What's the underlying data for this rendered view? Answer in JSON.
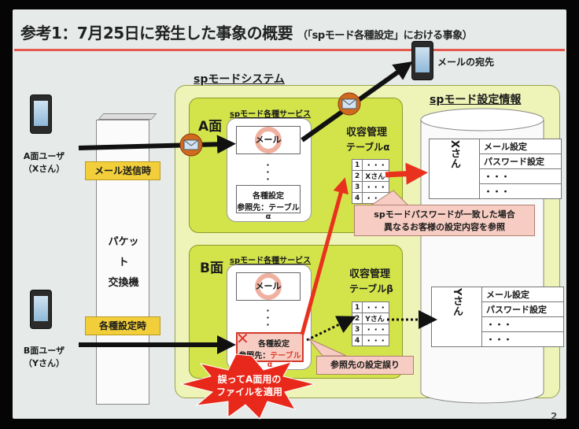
{
  "title": {
    "main": "参考1：7月25日に発生した事象の概要",
    "sub": "（「spモード各種設定」における事象）"
  },
  "destination_label": "メールの宛先",
  "system_label": "spモードシステム",
  "settings_db_label": "spモード設定情報",
  "packet_switch": {
    "line1": "パケット",
    "line2": "交換機"
  },
  "user_a": {
    "line1": "A面ユーザ",
    "line2": "（Xさん）",
    "action": "メール送信時"
  },
  "user_b": {
    "line1": "B面ユーザ",
    "line2": "（Yさん）",
    "action": "各種設定時"
  },
  "face_a": {
    "label": "A面",
    "service_label": "spモード各種サービス",
    "mail": "メール",
    "dots": "・・・",
    "settings": "各種設定",
    "ref": "参照先：テーブルα",
    "table_title1": "収容管理",
    "table_title2": "テーブルα",
    "rows": [
      [
        "1",
        "・・・"
      ],
      [
        "2",
        "Xさん"
      ],
      [
        "3",
        "・・・"
      ],
      [
        "4",
        "・・・"
      ]
    ]
  },
  "face_b": {
    "label": "B面",
    "service_label": "spモード各種サービス",
    "mail": "メール",
    "dots": "・・・",
    "settings": "各種設定",
    "ref_prefix": "参照先：",
    "ref_value": "テーブルα",
    "table_title1": "収容管理",
    "table_title2": "テーブルβ",
    "rows": [
      [
        "1",
        "・・・"
      ],
      [
        "2",
        "Yさん"
      ],
      [
        "3",
        "・・・"
      ],
      [
        "4",
        "・・・"
      ]
    ]
  },
  "db_x": {
    "name": "Xさん",
    "rows": [
      "メール設定",
      "パスワード設定",
      "・・・",
      "・・・"
    ]
  },
  "db_y": {
    "name": "Yさん",
    "rows": [
      "メール設定",
      "パスワード設定",
      "・・・",
      "・・・"
    ]
  },
  "callout_password": {
    "line1": "spモードパスワードが一致した場合",
    "line2": "異なるお客様の設定内容を参照"
  },
  "callout_ref": "参照先の設定誤り",
  "burst": {
    "line1": "誤ってA面用の",
    "line2": "ファイルを適用"
  },
  "page_number": "2"
}
